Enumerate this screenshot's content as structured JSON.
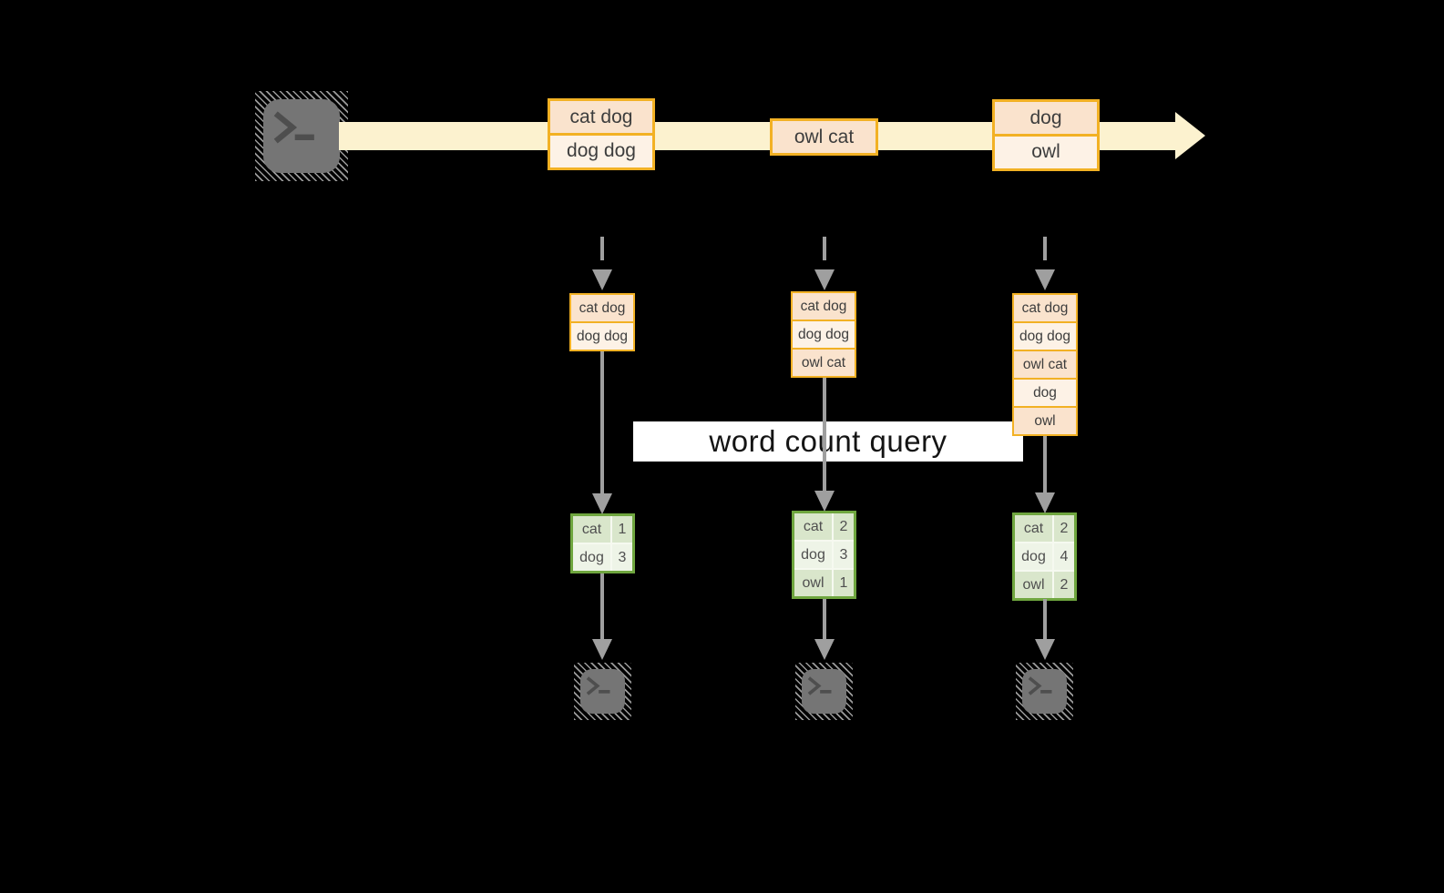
{
  "query": {
    "label": "word count query"
  },
  "stream": {
    "events": [
      {
        "lines": [
          "cat dog",
          "dog dog"
        ]
      },
      {
        "lines": [
          "owl cat"
        ]
      },
      {
        "lines": [
          "dog",
          "owl"
        ]
      }
    ]
  },
  "batches": [
    {
      "rows": [
        "cat dog",
        "dog dog"
      ]
    },
    {
      "rows": [
        "cat dog",
        "dog dog",
        "owl cat"
      ]
    },
    {
      "rows": [
        "cat dog",
        "dog dog",
        "owl cat",
        "dog",
        "owl"
      ]
    }
  ],
  "counts": [
    {
      "rows": [
        {
          "word": "cat",
          "count": "1"
        },
        {
          "word": "dog",
          "count": "3"
        }
      ]
    },
    {
      "rows": [
        {
          "word": "cat",
          "count": "2"
        },
        {
          "word": "dog",
          "count": "3"
        },
        {
          "word": "owl",
          "count": "1"
        }
      ]
    },
    {
      "rows": [
        {
          "word": "cat",
          "count": "2"
        },
        {
          "word": "dog",
          "count": "4"
        },
        {
          "word": "owl",
          "count": "2"
        }
      ]
    }
  ],
  "icons": {
    "terminal_prompt_glyph": ">_"
  },
  "colors": {
    "background": "#000000",
    "stream_band": "#fcf2cf",
    "event_border": "#f2b124",
    "event_fill_dark": "#fae3cd",
    "event_fill_light": "#fdf2e6",
    "result_border": "#6fa63f",
    "result_fill_dark": "#d9e6cb",
    "result_fill_light": "#eef4e7",
    "connector_gray": "#9f9f9f",
    "terminal_gray": "#757575",
    "query_band": "#ffffff"
  }
}
